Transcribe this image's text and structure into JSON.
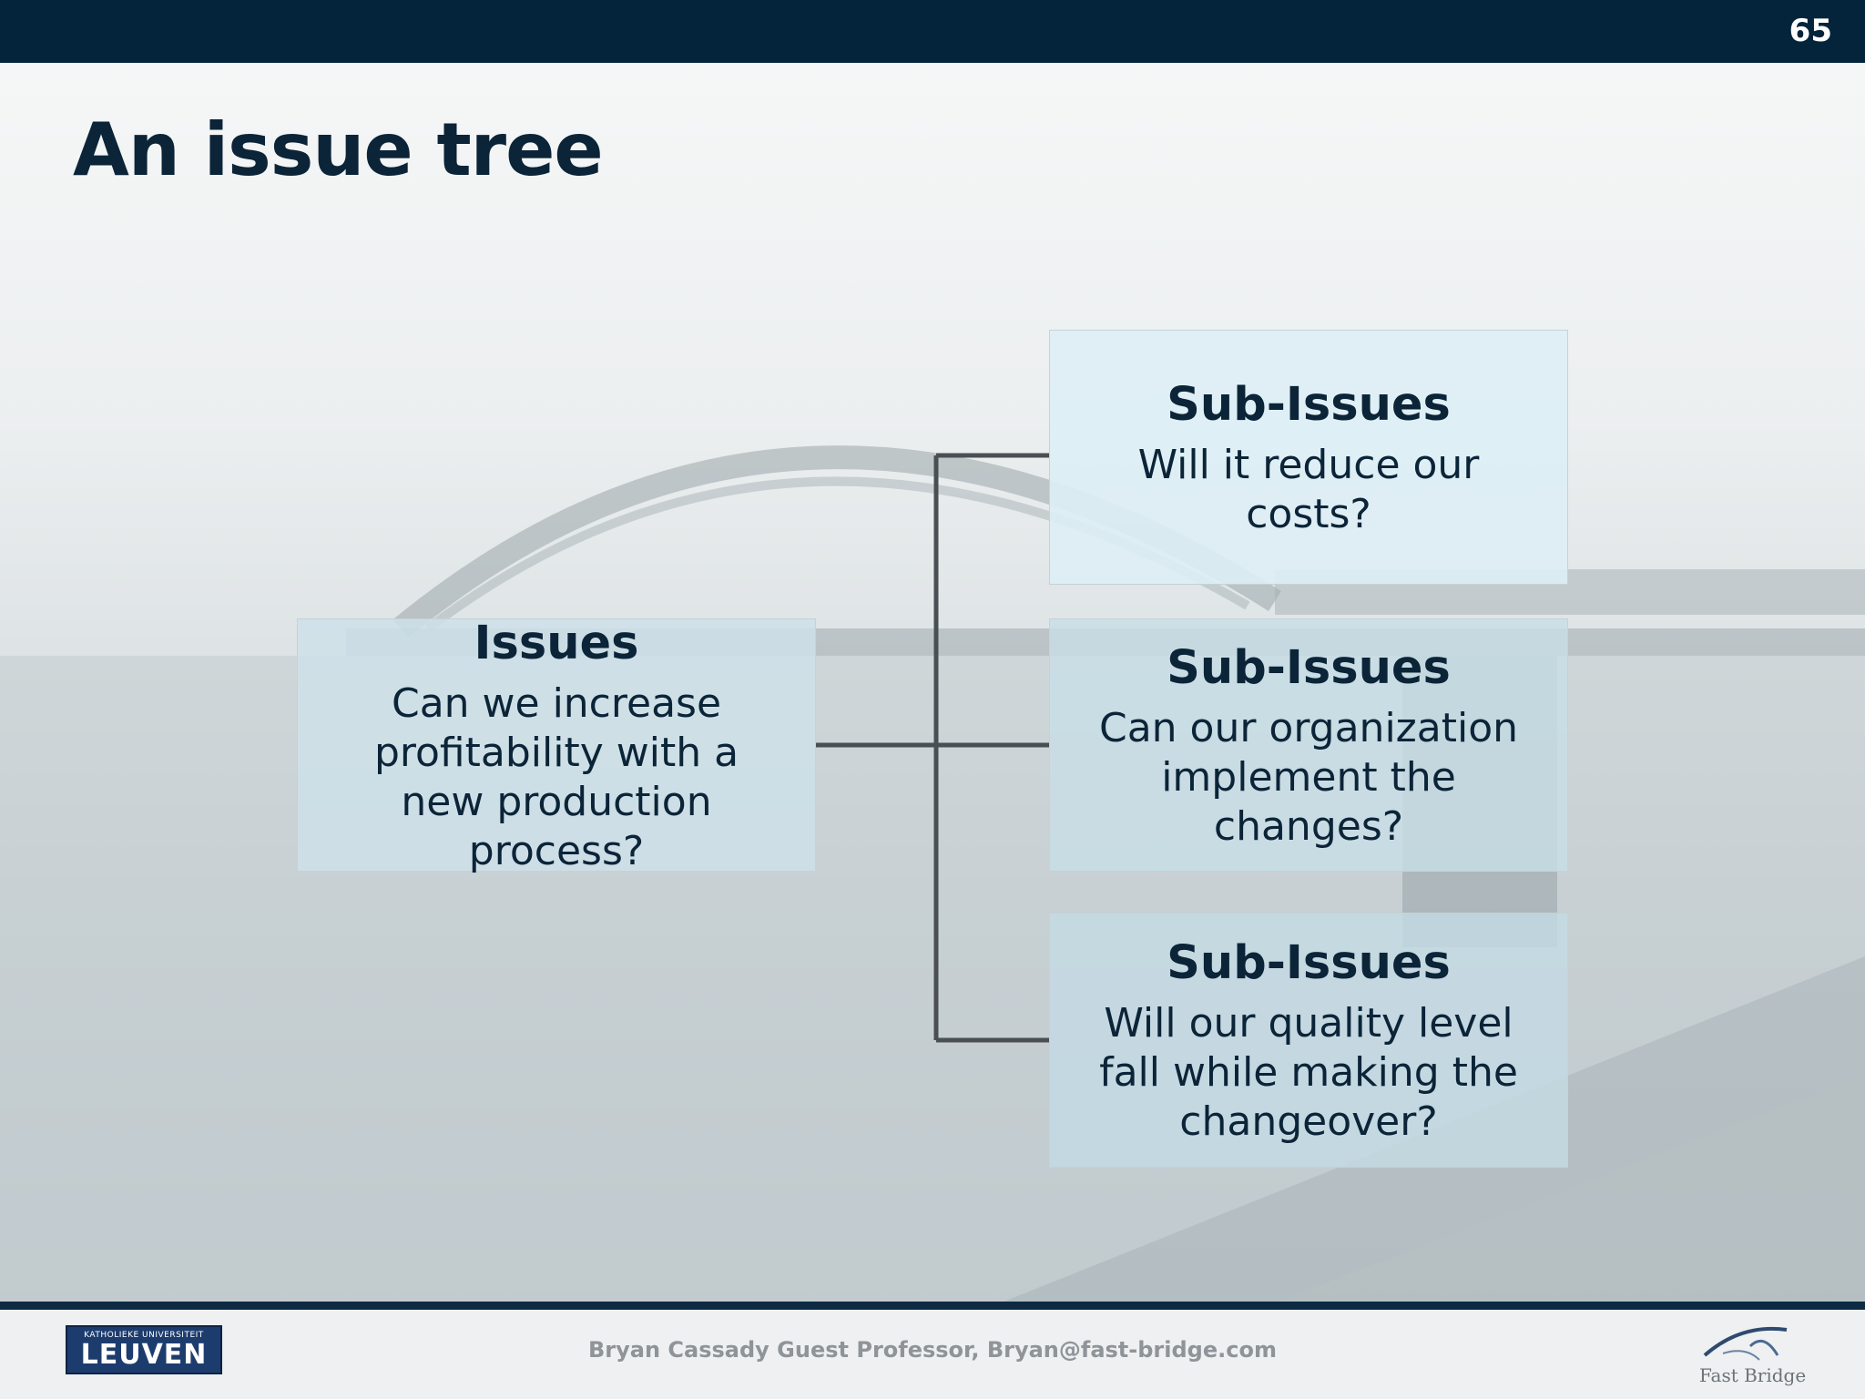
{
  "page": {
    "number": "65",
    "title": "An issue tree"
  },
  "tree": {
    "issue": {
      "heading": "Issues",
      "text": "Can we increase profitability with a new production process?"
    },
    "sub_issues": [
      {
        "heading": "Sub-Issues",
        "text": "Will it reduce our costs?"
      },
      {
        "heading": "Sub-Issues",
        "text": "Can our organization implement the changes?"
      },
      {
        "heading": "Sub-Issues",
        "text": "Will our quality level fall while making the changeover?"
      }
    ]
  },
  "footer": {
    "text": "Bryan Cassady Guest Professor, Bryan@fast-bridge.com",
    "logo_left_small": "KATHOLIEKE UNIVERSITEIT",
    "logo_left_big": "LEUVEN",
    "logo_right": "Fast Bridge"
  },
  "colors": {
    "top_bar": "#03243a",
    "title": "#0b2438",
    "connector": "#4a4f53"
  }
}
